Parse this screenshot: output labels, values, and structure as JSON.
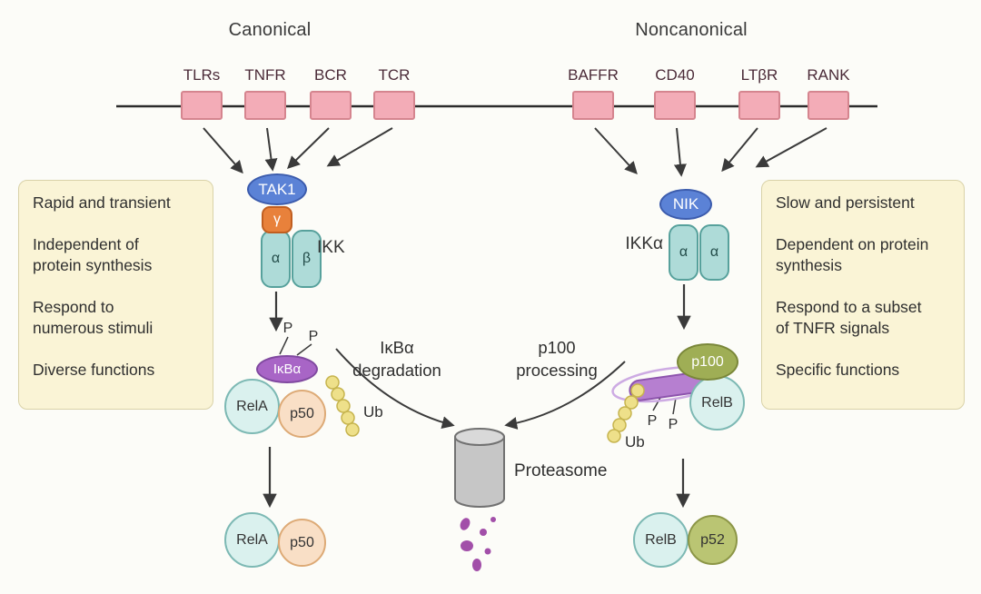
{
  "headings": {
    "canonical": "Canonical",
    "noncanonical": "Noncanonical"
  },
  "receptors": {
    "canonical": [
      "TLRs",
      "TNFR",
      "BCR",
      "TCR"
    ],
    "noncanonical": [
      "BAFFR",
      "CD40",
      "LTβR",
      "RANK"
    ]
  },
  "canonical_pathway": {
    "kinase": "TAK1",
    "ikk_gamma": "γ",
    "ikk_alpha": "α",
    "ikk_beta": "β",
    "ikk_label": "IKK",
    "ikba": "IκBα",
    "rela": "RelA",
    "p50": "p50",
    "phospho": "P",
    "ub": "Ub",
    "product_rela": "RelA",
    "product_p50": "p50"
  },
  "noncanonical_pathway": {
    "kinase": "NIK",
    "ikk_label": "IKKα",
    "ikk_alpha1": "α",
    "ikk_alpha2": "α",
    "p100": "p100",
    "relb": "RelB",
    "phospho": "P",
    "ub": "Ub",
    "product_relb": "RelB",
    "product_p52": "p52"
  },
  "center": {
    "ikba_degradation_line1": "IκBα",
    "ikba_degradation_line2": "degradation",
    "p100_processing_line1": "p100",
    "p100_processing_line2": "processing",
    "proteasome": "Proteasome"
  },
  "side_notes": {
    "left": [
      "Rapid and transient",
      "Independent of\nprotein synthesis",
      "Respond to\nnumerous stimuli",
      "Diverse functions"
    ],
    "right": [
      "Slow and persistent",
      "Dependent on protein\nsynthesis",
      "Respond to a subset\nof TNFR signals",
      "Specific functions"
    ]
  },
  "colors": {
    "receptor_pink": "#f3acb7",
    "kinase_blue": "#5b82d6",
    "ikk_teal": "#aedbd8",
    "gamma_orange": "#e8813b",
    "ikba_purple": "#a865c6",
    "rel_cyan": "#daf1ee",
    "p50_peach": "#f9dfc6",
    "p100_olive": "#9fae55",
    "p52_olive_light": "#bac573",
    "ub_yellow": "#eee08a",
    "note_cream": "#faf4d6",
    "proteasome_gray": "#c6c6c6",
    "droplet_purple": "#a24fa9"
  }
}
